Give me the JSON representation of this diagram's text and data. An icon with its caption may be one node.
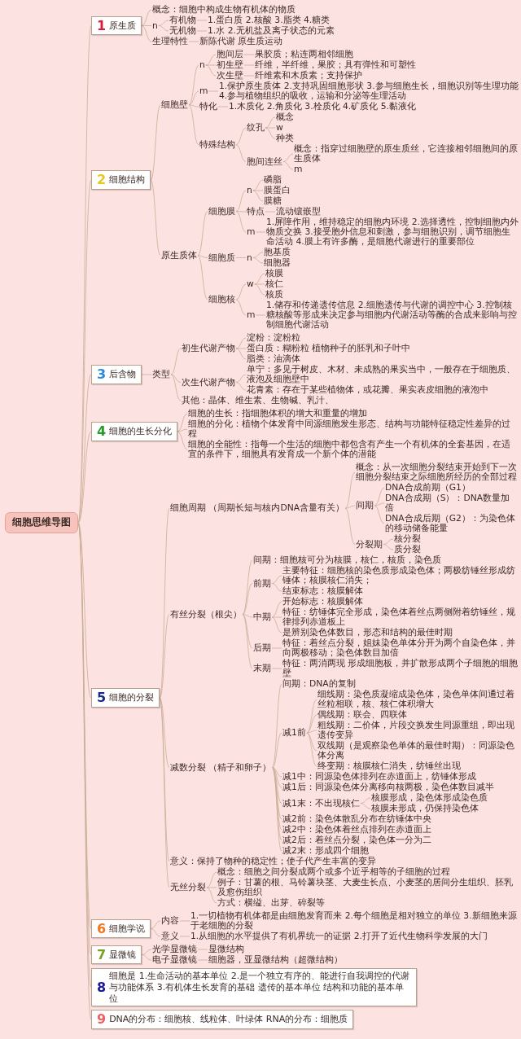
{
  "diagram": {
    "nodes": [
      {
        "text": [
          "细胞思维导图"
        ]
      },
      {
        "text": [
          "1",
          "原生质"
        ]
      },
      {
        "text": [
          "概念：细胞中构成生物有机体的物质"
        ]
      },
      {
        "text": [
          "n"
        ]
      },
      {
        "text": [
          "有机物"
        ]
      },
      {
        "text": [
          "1.蛋白质 2.核酸 3.脂类 4.糖类"
        ]
      },
      {
        "text": [
          "无机物"
        ]
      },
      {
        "text": [
          "1.水 2.无机盐及离子状态的元素"
        ]
      },
      {
        "text": [
          "生理特性"
        ]
      },
      {
        "text": [
          "新陈代谢 原生质运动"
        ]
      },
      {
        "text": [
          "2",
          "细胞结构"
        ]
      },
      {
        "text": [
          "细胞壁"
        ]
      },
      {
        "text": [
          "n"
        ]
      },
      {
        "text": [
          "胞间层"
        ]
      },
      {
        "text": [
          "果胶质；粘连两相邻细胞"
        ]
      },
      {
        "text": [
          "初生壁"
        ]
      },
      {
        "text": [
          "纤维，半纤维，果胶；具有弹性和可塑性"
        ]
      },
      {
        "text": [
          "次生壁"
        ]
      },
      {
        "text": [
          "纤维素和木质素；支持保护"
        ]
      },
      {
        "text": [
          "m"
        ]
      },
      {
        "text": [
          "1.保护原生质体 2.支持巩固细胞形状 3.参与细胞生长，细胞识别等生理功能 4.参与植物组织的吸收，运输和分泌等生理活动"
        ]
      },
      {
        "text": [
          "特化"
        ]
      },
      {
        "text": [
          "1.木质化 2.角质化 3.栓质化 4.矿质化 5.黏液化"
        ]
      },
      {
        "text": [
          "特殊结构"
        ]
      },
      {
        "text": [
          "纹孔"
        ]
      },
      {
        "text": [
          "概念"
        ]
      },
      {
        "text": [
          "w"
        ]
      },
      {
        "text": [
          "种类"
        ]
      },
      {
        "text": [
          "胞间连丝"
        ]
      },
      {
        "text": [
          "概念：指穿过细胞壁的原生质丝，它连接相邻细胞间的原生质体"
        ]
      },
      {
        "text": [
          "m"
        ]
      },
      {
        "text": [
          "原生质体"
        ]
      },
      {
        "text": [
          "细胞膜"
        ]
      },
      {
        "text": [
          "n"
        ]
      },
      {
        "text": [
          "磷脂"
        ]
      },
      {
        "text": [
          "膜蛋白"
        ]
      },
      {
        "text": [
          "膜糖"
        ]
      },
      {
        "text": [
          "特点"
        ]
      },
      {
        "text": [
          "流动镶嵌型"
        ]
      },
      {
        "text": [
          "m"
        ]
      },
      {
        "text": [
          "1.屏障作用，维持稳定的细胞内环境 2.选择透性，控制细胞内外物质交换 3.接受胞外信息和刺激，参与细胞识别，调节细胞生命活动 4.膜上有许多酶，是细胞代谢进行的重要部位"
        ]
      },
      {
        "text": [
          "细胞质"
        ]
      },
      {
        "text": [
          "n"
        ]
      },
      {
        "text": [
          "胞基质"
        ]
      },
      {
        "text": [
          "细胞器"
        ]
      },
      {
        "text": [
          "细胞核"
        ]
      },
      {
        "text": [
          "w"
        ]
      },
      {
        "text": [
          "核膜"
        ]
      },
      {
        "text": [
          "核仁"
        ]
      },
      {
        "text": [
          "核质"
        ]
      },
      {
        "text": [
          "m"
        ]
      },
      {
        "text": [
          "1.储存和传递遗传信息 2.细胞遗传与代谢的调控中心 3.控制核糖核酸等形成来决定参与细胞内代谢活动等酶的合成来影响与控制细胞代谢活动"
        ]
      },
      {
        "text": [
          "3",
          "后含物"
        ]
      },
      {
        "text": [
          "类型"
        ]
      },
      {
        "text": [
          "初生代谢产物"
        ]
      },
      {
        "text": [
          "淀粉：淀粉粒"
        ]
      },
      {
        "text": [
          "蛋白质：糊粉粒 植物种子的胚乳和子叶中"
        ]
      },
      {
        "text": [
          "脂类：油滴体"
        ]
      },
      {
        "text": [
          "次生代谢产物"
        ]
      },
      {
        "text": [
          "单宁：多见于树皮、木材、未成熟的果实当中，一般存在于细胞质、液泡及细胞壁中"
        ]
      },
      {
        "text": [
          "花青素：存在于某些植物体，或花瓣、果实表皮细胞的液泡中"
        ]
      },
      {
        "text": [
          "其他：晶体、维生素、生物碱、乳汁、"
        ]
      },
      {
        "text": [
          "4",
          "细胞的生长分化"
        ]
      },
      {
        "text": [
          "细胞的生长：指细胞体积的增大和重量的增加"
        ]
      },
      {
        "text": [
          "细胞的分化：植物个体发育中同源细胞发生形态、结构与功能特征稳定性差异的过程"
        ]
      },
      {
        "text": [
          "细胞的全能性：指每一个生活的细胞中都包含有产生一个有机体的全套基因，在适宜的条件下，细胞具有发育成一个新个体的潜能"
        ]
      },
      {
        "text": [
          "5",
          "细胞的分裂"
        ]
      },
      {
        "text": [
          "细胞周期 （周期长短与核内DNA含量有关）"
        ]
      },
      {
        "text": [
          "概念：从一次细胞分裂结束开始到下一次细胞分裂结束之际细胞所经历的全部过程"
        ]
      },
      {
        "text": [
          "间期"
        ]
      },
      {
        "text": [
          "DNA合成前期（G1）"
        ]
      },
      {
        "text": [
          "DNA合成期（S）：DNA数量加倍"
        ]
      },
      {
        "text": [
          "DNA合成后期（G2）：为染色体的移动储备能量"
        ]
      },
      {
        "text": [
          "分裂期"
        ]
      },
      {
        "text": [
          "核分裂"
        ]
      },
      {
        "text": [
          "质分裂"
        ]
      },
      {
        "text": [
          "有丝分裂（根尖）"
        ]
      },
      {
        "text": [
          "间期：细胞核可分为核膜，核仁，核质，染色质"
        ]
      },
      {
        "text": [
          "前期"
        ]
      },
      {
        "text": [
          "主要特征：细胞核的染色质形成染色体；两极纺锤丝形成纺锤体；核膜核仁消失；"
        ]
      },
      {
        "text": [
          "结束标志：核膜解体"
        ]
      },
      {
        "text": [
          "中期"
        ]
      },
      {
        "text": [
          "开始标志：核膜解体"
        ]
      },
      {
        "text": [
          "特征：纺锤体完全形成，染色体着丝点两侧附着纺锤丝，规律排列赤道板上"
        ]
      },
      {
        "text": [
          "是辨别染色体数目，形态和结构的最佳时期"
        ]
      },
      {
        "text": [
          "后期"
        ]
      },
      {
        "text": [
          "特征：着丝点分裂，姐妹染色单体分开为两个自染色体，并向两极移动；染色体数目加倍"
        ]
      },
      {
        "text": [
          "末期"
        ]
      },
      {
        "text": [
          "特征：两消两现 形成细胞板，并扩散形成两个子细胞的细胞壁"
        ]
      },
      {
        "text": [
          "减数分裂 （精子和卵子）"
        ]
      },
      {
        "text": [
          "间期：DNA的复制"
        ]
      },
      {
        "text": [
          "减1前"
        ]
      },
      {
        "text": [
          "细线期：染色质凝缩成染色体，染色单体间通过着丝粒相联，核、核仁体积增大"
        ]
      },
      {
        "text": [
          "偶线期：联会、四联体"
        ]
      },
      {
        "text": [
          "粗线期：二价体，片段交换发生同源重组，即出现遗传变异"
        ]
      },
      {
        "text": [
          "双线期（是观察染色单体的最佳时期）：同源染色体分离"
        ]
      },
      {
        "text": [
          "终变期：核膜核仁消失，纺锤丝出现"
        ]
      },
      {
        "text": [
          "减1中：同源染色体排列在赤道面上，纺锤体形成"
        ]
      },
      {
        "text": [
          "减1后：同源染色体分离移向核两极，染色体数目减半"
        ]
      },
      {
        "text": [
          "减1末：不出现核仁"
        ]
      },
      {
        "text": [
          "核膜形成，染色体形成染色质"
        ]
      },
      {
        "text": [
          "核膜未形成，仍保持染色体"
        ]
      },
      {
        "text": [
          "减2前：染色体散乱分布在纺锤体中央"
        ]
      },
      {
        "text": [
          "减2中：染色体着丝点排列在赤道面上"
        ]
      },
      {
        "text": [
          "减2后：着丝点分裂，染色体一分为二"
        ]
      },
      {
        "text": [
          "减2末：形成四个细胞"
        ]
      },
      {
        "text": [
          "意义：保持了物种的稳定性；使子代产生丰富的变异"
        ]
      },
      {
        "text": [
          "无丝分裂"
        ]
      },
      {
        "text": [
          "概念：细胞之间分裂成两个或多个近乎相等的子细胞的过程"
        ]
      },
      {
        "text": [
          "例子：甘薯的根、马铃薯块茎、大麦生长点、小麦茎的居间分生组织、胚乳及愈伤组织"
        ]
      },
      {
        "text": [
          "方式：横缢、出芽、碎裂等"
        ]
      },
      {
        "text": [
          "6",
          "细胞学说"
        ]
      },
      {
        "text": [
          "内容"
        ]
      },
      {
        "text": [
          "1.一切植物有机体都是由细胞发育而来 2.每个细胞是相对独立的单位 3.新细胞来源于老细胞的分裂"
        ]
      },
      {
        "text": [
          "意义"
        ]
      },
      {
        "text": [
          "1.从细胞的水平提供了有机界统一的证据 2.打开了近代生物科学发展的大门"
        ]
      },
      {
        "text": [
          "7",
          "显微镜"
        ]
      },
      {
        "text": [
          "光学显微镜"
        ]
      },
      {
        "text": [
          "显微结构"
        ]
      },
      {
        "text": [
          "电子显微镜"
        ]
      },
      {
        "text": [
          "细胞器，亚显微结构（超微结构）"
        ]
      },
      {
        "text": [
          "8",
          "细胞是 1.生命活动的基本单位 2.是一个独立有序的、能进行自我调控的代谢与功能体系 3.有机体生长发育的基础 遗传的基本单位 结构和功能的基本单位"
        ]
      },
      {
        "text": [
          "9",
          "DNA的分布：细胞核、线粒体、叶绿体 RNA的分布：细胞质"
        ]
      }
    ],
    "edges": [
      {
        "from": 0,
        "to": 1,
        "arrow": "none"
      },
      {
        "from": 1,
        "to": 2,
        "arrow": "none"
      },
      {
        "from": 1,
        "to": 3,
        "arrow": "none"
      },
      {
        "from": 3,
        "to": 4,
        "arrow": "none"
      },
      {
        "from": 4,
        "to": 5,
        "arrow": "none"
      },
      {
        "from": 3,
        "to": 6,
        "arrow": "none"
      },
      {
        "from": 6,
        "to": 7,
        "arrow": "none"
      },
      {
        "from": 1,
        "to": 8,
        "arrow": "none"
      },
      {
        "from": 8,
        "to": 9,
        "arrow": "none"
      },
      {
        "from": 0,
        "to": 10,
        "arrow": "none"
      },
      {
        "from": 10,
        "to": 11,
        "arrow": "none"
      },
      {
        "from": 11,
        "to": 12,
        "arrow": "none"
      },
      {
        "from": 12,
        "to": 13,
        "arrow": "none"
      },
      {
        "from": 13,
        "to": 14,
        "arrow": "none"
      },
      {
        "from": 12,
        "to": 15,
        "arrow": "none"
      },
      {
        "from": 15,
        "to": 16,
        "arrow": "none"
      },
      {
        "from": 12,
        "to": 17,
        "arrow": "none"
      },
      {
        "from": 17,
        "to": 18,
        "arrow": "none"
      },
      {
        "from": 11,
        "to": 19,
        "arrow": "none"
      },
      {
        "from": 19,
        "to": 20,
        "arrow": "none"
      },
      {
        "from": 11,
        "to": 21,
        "arrow": "none"
      },
      {
        "from": 21,
        "to": 22,
        "arrow": "none"
      },
      {
        "from": 11,
        "to": 23,
        "arrow": "none"
      },
      {
        "from": 23,
        "to": 24,
        "arrow": "none"
      },
      {
        "from": 24,
        "to": 25,
        "arrow": "none"
      },
      {
        "from": 24,
        "to": 26,
        "arrow": "none"
      },
      {
        "from": 24,
        "to": 27,
        "arrow": "none"
      },
      {
        "from": 23,
        "to": 28,
        "arrow": "none"
      },
      {
        "from": 28,
        "to": 29,
        "arrow": "none"
      },
      {
        "from": 28,
        "to": 30,
        "arrow": "none"
      },
      {
        "from": 10,
        "to": 31,
        "arrow": "none"
      },
      {
        "from": 31,
        "to": 32,
        "arrow": "none"
      },
      {
        "from": 32,
        "to": 33,
        "arrow": "none"
      },
      {
        "from": 33,
        "to": 34,
        "arrow": "none"
      },
      {
        "from": 33,
        "to": 35,
        "arrow": "none"
      },
      {
        "from": 33,
        "to": 36,
        "arrow": "none"
      },
      {
        "from": 32,
        "to": 37,
        "arrow": "none"
      },
      {
        "from": 37,
        "to": 38,
        "arrow": "none"
      },
      {
        "from": 32,
        "to": 39,
        "arrow": "none"
      },
      {
        "from": 39,
        "to": 40,
        "arrow": "none"
      },
      {
        "from": 31,
        "to": 41,
        "arrow": "none"
      },
      {
        "from": 41,
        "to": 42,
        "arrow": "none"
      },
      {
        "from": 42,
        "to": 43,
        "arrow": "none"
      },
      {
        "from": 42,
        "to": 44,
        "arrow": "none"
      },
      {
        "from": 31,
        "to": 45,
        "arrow": "none"
      },
      {
        "from": 45,
        "to": 46,
        "arrow": "none"
      },
      {
        "from": 46,
        "to": 47,
        "arrow": "none"
      },
      {
        "from": 46,
        "to": 48,
        "arrow": "none"
      },
      {
        "from": 46,
        "to": 49,
        "arrow": "none"
      },
      {
        "from": 45,
        "to": 50,
        "arrow": "none"
      },
      {
        "from": 50,
        "to": 51,
        "arrow": "none"
      },
      {
        "from": 0,
        "to": 52,
        "arrow": "none"
      },
      {
        "from": 52,
        "to": 53,
        "arrow": "none"
      },
      {
        "from": 53,
        "to": 54,
        "arrow": "none"
      },
      {
        "from": 54,
        "to": 55,
        "arrow": "none"
      },
      {
        "from": 54,
        "to": 56,
        "arrow": "none"
      },
      {
        "from": 54,
        "to": 57,
        "arrow": "none"
      },
      {
        "from": 53,
        "to": 58,
        "arrow": "none"
      },
      {
        "from": 58,
        "to": 59,
        "arrow": "none"
      },
      {
        "from": 58,
        "to": 60,
        "arrow": "none"
      },
      {
        "from": 53,
        "to": 61,
        "arrow": "none"
      },
      {
        "from": 0,
        "to": 62,
        "arrow": "none"
      },
      {
        "from": 62,
        "to": 63,
        "arrow": "none"
      },
      {
        "from": 62,
        "to": 64,
        "arrow": "none"
      },
      {
        "from": 62,
        "to": 65,
        "arrow": "none"
      },
      {
        "from": 0,
        "to": 66,
        "arrow": "none"
      },
      {
        "from": 66,
        "to": 67,
        "arrow": "none"
      },
      {
        "from": 67,
        "to": 68,
        "arrow": "none"
      },
      {
        "from": 67,
        "to": 69,
        "arrow": "none"
      },
      {
        "from": 69,
        "to": 70,
        "arrow": "none"
      },
      {
        "from": 69,
        "to": 71,
        "arrow": "none"
      },
      {
        "from": 69,
        "to": 72,
        "arrow": "none"
      },
      {
        "from": 67,
        "to": 73,
        "arrow": "none"
      },
      {
        "from": 73,
        "to": 74,
        "arrow": "none"
      },
      {
        "from": 73,
        "to": 75,
        "arrow": "none"
      },
      {
        "from": 66,
        "to": 76,
        "arrow": "none"
      },
      {
        "from": 76,
        "to": 77,
        "arrow": "none"
      },
      {
        "from": 76,
        "to": 78,
        "arrow": "none"
      },
      {
        "from": 78,
        "to": 79,
        "arrow": "none"
      },
      {
        "from": 78,
        "to": 80,
        "arrow": "none"
      },
      {
        "from": 76,
        "to": 81,
        "arrow": "none"
      },
      {
        "from": 81,
        "to": 82,
        "arrow": "none"
      },
      {
        "from": 81,
        "to": 83,
        "arrow": "none"
      },
      {
        "from": 81,
        "to": 84,
        "arrow": "none"
      },
      {
        "from": 76,
        "to": 85,
        "arrow": "none"
      },
      {
        "from": 85,
        "to": 86,
        "arrow": "none"
      },
      {
        "from": 76,
        "to": 87,
        "arrow": "none"
      },
      {
        "from": 87,
        "to": 88,
        "arrow": "none"
      },
      {
        "from": 66,
        "to": 89,
        "arrow": "none"
      },
      {
        "from": 89,
        "to": 90,
        "arrow": "none"
      },
      {
        "from": 89,
        "to": 91,
        "arrow": "none"
      },
      {
        "from": 91,
        "to": 92,
        "arrow": "none"
      },
      {
        "from": 91,
        "to": 93,
        "arrow": "none"
      },
      {
        "from": 91,
        "to": 94,
        "arrow": "none"
      },
      {
        "from": 91,
        "to": 95,
        "arrow": "none"
      },
      {
        "from": 91,
        "to": 96,
        "arrow": "none"
      },
      {
        "from": 89,
        "to": 97,
        "arrow": "none"
      },
      {
        "from": 89,
        "to": 98,
        "arrow": "none"
      },
      {
        "from": 89,
        "to": 99,
        "arrow": "none"
      },
      {
        "from": 99,
        "to": 100,
        "arrow": "none"
      },
      {
        "from": 99,
        "to": 101,
        "arrow": "none"
      },
      {
        "from": 89,
        "to": 102,
        "arrow": "none"
      },
      {
        "from": 89,
        "to": 103,
        "arrow": "none"
      },
      {
        "from": 89,
        "to": 104,
        "arrow": "none"
      },
      {
        "from": 89,
        "to": 105,
        "arrow": "none"
      },
      {
        "from": 66,
        "to": 106,
        "arrow": "none"
      },
      {
        "from": 66,
        "to": 107,
        "arrow": "none"
      },
      {
        "from": 107,
        "to": 108,
        "arrow": "none"
      },
      {
        "from": 107,
        "to": 109,
        "arrow": "none"
      },
      {
        "from": 107,
        "to": 110,
        "arrow": "none"
      },
      {
        "from": 0,
        "to": 111,
        "arrow": "none"
      },
      {
        "from": 111,
        "to": 112,
        "arrow": "none"
      },
      {
        "from": 112,
        "to": 113,
        "arrow": "none"
      },
      {
        "from": 111,
        "to": 114,
        "arrow": "none"
      },
      {
        "from": 114,
        "to": 115,
        "arrow": "none"
      },
      {
        "from": 0,
        "to": 116,
        "arrow": "none"
      },
      {
        "from": 116,
        "to": 117,
        "arrow": "none"
      },
      {
        "from": 117,
        "to": 118,
        "arrow": "none"
      },
      {
        "from": 116,
        "to": 119,
        "arrow": "none"
      },
      {
        "from": 119,
        "to": 120,
        "arrow": "none"
      },
      {
        "from": 0,
        "to": 121,
        "arrow": "none"
      },
      {
        "from": 0,
        "to": 122,
        "arrow": "none"
      }
    ]
  }
}
